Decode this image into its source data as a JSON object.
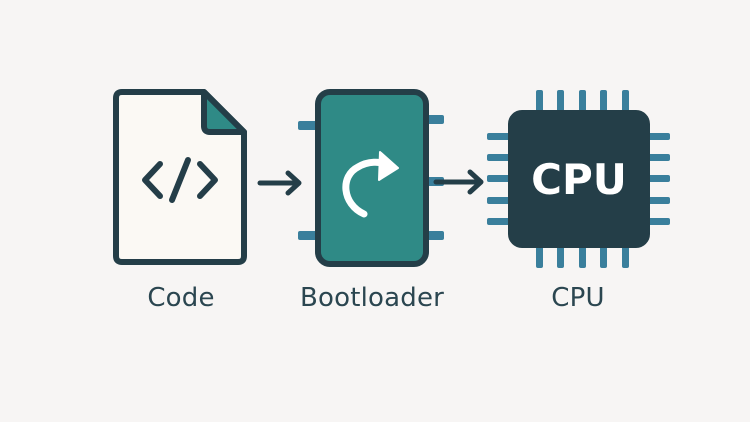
{
  "diagram": {
    "nodes": [
      {
        "id": "code",
        "label": "Code",
        "icon": "code-file-icon",
        "glyph": "</>"
      },
      {
        "id": "bootloader",
        "label": "Bootloader",
        "icon": "bootloader-chip-icon",
        "glyph": "curved-arrow"
      },
      {
        "id": "cpu",
        "label": "CPU",
        "icon": "cpu-chip-icon",
        "chip_text": "CPU"
      }
    ],
    "edges": [
      {
        "from": "code",
        "to": "bootloader"
      },
      {
        "from": "bootloader",
        "to": "cpu"
      }
    ],
    "colors": {
      "background": "#f7f5f4",
      "outline": "#243e48",
      "teal": "#2f8a86",
      "pin_blue": "#3a7f9c",
      "paper": "#fbf9f4",
      "text": "#2b4650"
    }
  }
}
